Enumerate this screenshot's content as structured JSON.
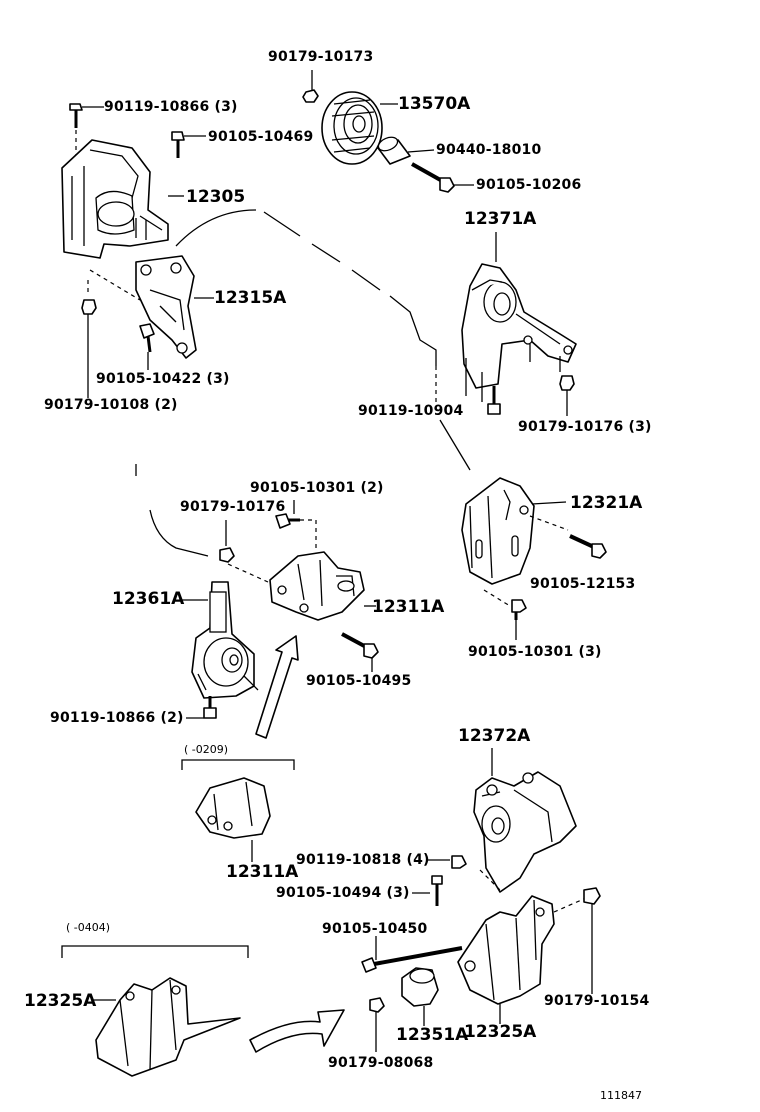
{
  "labels": {
    "p90179_10173": "90179-10173",
    "p13570A": "13570A",
    "p90119_10866_3": "90119-10866 (3)",
    "p90105_10469": "90105-10469",
    "p90440_18010": "90440-18010",
    "p12305": "12305",
    "p90105_10206": "90105-10206",
    "p12371A": "12371A",
    "p12315A": "12315A",
    "p90105_10422_3": "90105-10422 (3)",
    "p90179_10108_2": "90179-10108 (2)",
    "p90119_10904": "90119-10904",
    "p90179_10176_3": "90179-10176 (3)",
    "p90105_10301_2": "90105-10301 (2)",
    "p12321A": "12321A",
    "p90179_10176": "90179-10176",
    "p90105_12153": "90105-12153",
    "p12361A": "12361A",
    "p12311A_top": "12311A",
    "p90105_10301_3": "90105-10301 (3)",
    "p90105_10495": "90105-10495",
    "p90119_10866_2": "90119-10866 (2)",
    "p12372A": "12372A",
    "range_0209": "(        -0209)",
    "p12311A_bottom": "12311A",
    "p90119_10818_4": "90119-10818 (4)",
    "p90105_10494_3": "90105-10494 (3)",
    "range_0404": "(        -0404)",
    "p90105_10450": "90105-10450",
    "p12325A_left": "12325A",
    "p90179_10154": "90179-10154",
    "p12351A": "12351A",
    "p12325A_right": "12325A",
    "p90179_08068": "90179-08068",
    "figure_number": "111847"
  }
}
